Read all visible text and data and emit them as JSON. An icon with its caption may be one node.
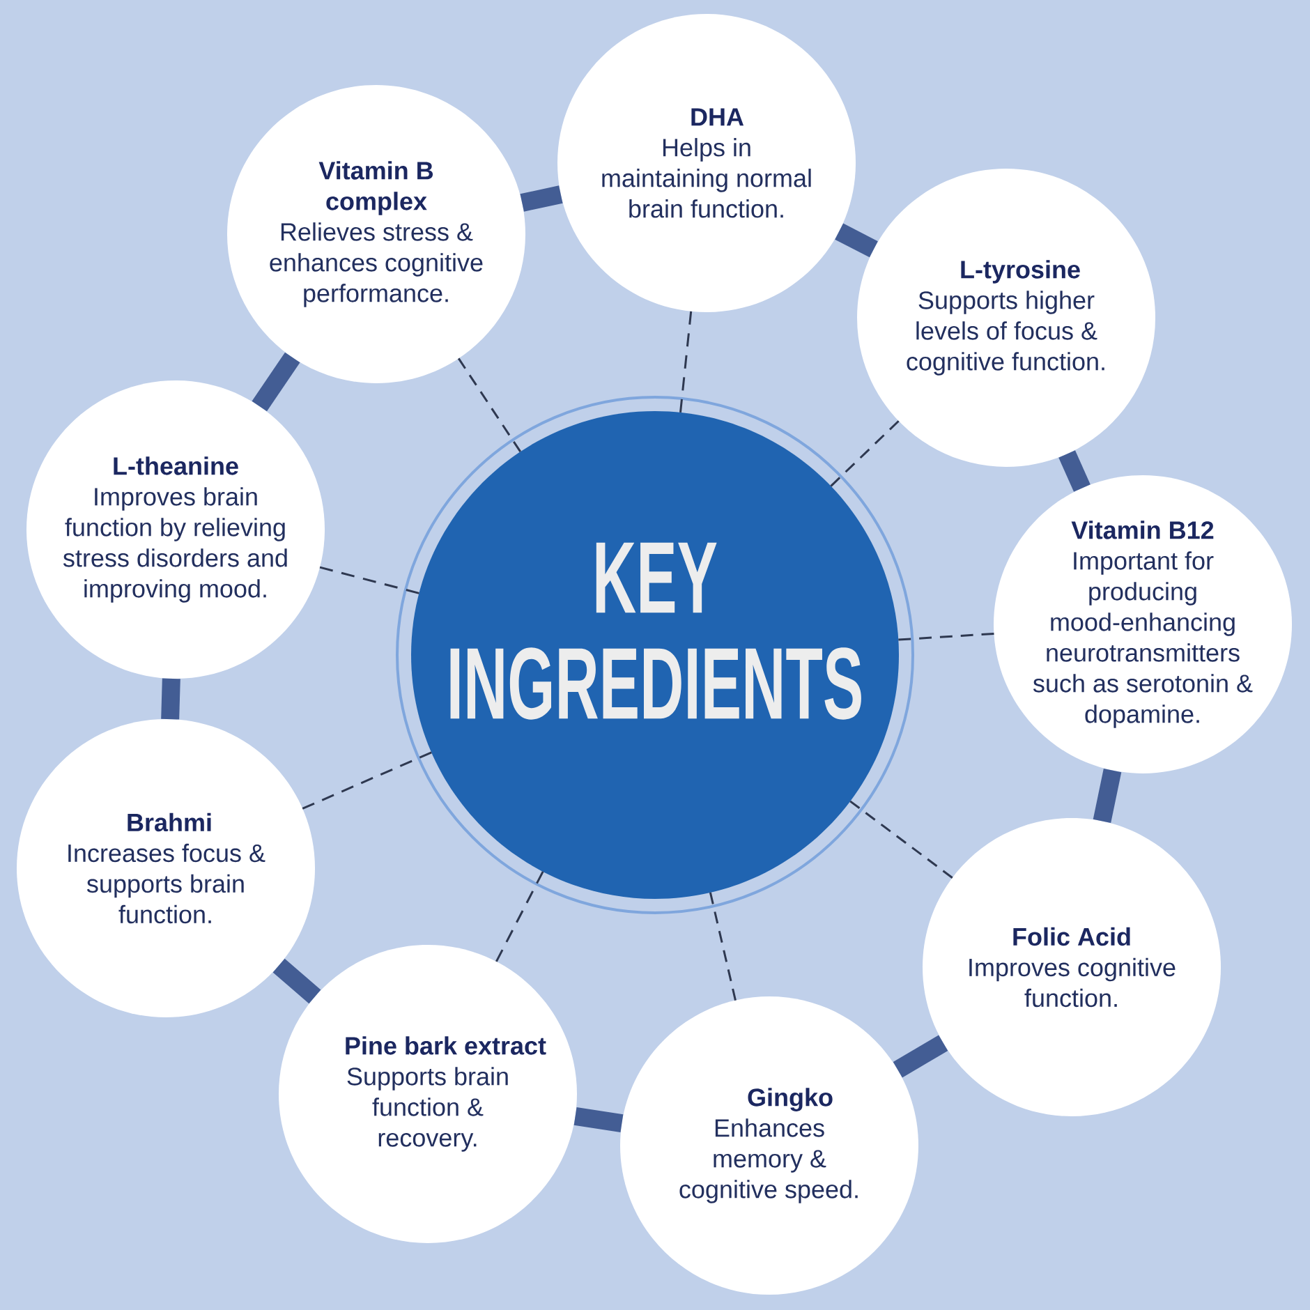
{
  "diagram": {
    "nodes": [
      {
        "text": [
          "KEY INGREDIENTS"
        ]
      },
      {
        "text": [
          "DHA",
          "Helps in maintaining normal brain function."
        ]
      },
      {
        "text": [
          "L-tyrosine",
          "Supports higher levels of focus & cognitive function."
        ]
      },
      {
        "text": [
          "Vitamin B12",
          "Important for producing mood-enhancing neurotransmitters such as serotonin & dopamine."
        ]
      },
      {
        "text": [
          "Folic Acid",
          "Improves cognitive function."
        ]
      },
      {
        "text": [
          "Gingko",
          "Enhances memory & cognitive speed."
        ]
      },
      {
        "text": [
          "Pine bark extract",
          "Supports brain function & recovery."
        ]
      },
      {
        "text": [
          "Brahmi",
          "Increases focus & supports brain function."
        ]
      },
      {
        "text": [
          "L-theanine",
          "Improves brain function by relieving stress disorders and improving mood."
        ]
      },
      {
        "text": [
          "Vitamin B complex",
          "Relieves stress & enhances cognitive performance."
        ]
      }
    ],
    "edges": [
      {
        "from": 0,
        "to": 1,
        "arrow": "none",
        "style": "dashed"
      },
      {
        "from": 0,
        "to": 2,
        "arrow": "none",
        "style": "dashed"
      },
      {
        "from": 0,
        "to": 3,
        "arrow": "none",
        "style": "dashed"
      },
      {
        "from": 0,
        "to": 4,
        "arrow": "none",
        "style": "dashed"
      },
      {
        "from": 0,
        "to": 5,
        "arrow": "none",
        "style": "dashed"
      },
      {
        "from": 0,
        "to": 6,
        "arrow": "none",
        "style": "dashed"
      },
      {
        "from": 0,
        "to": 7,
        "arrow": "none",
        "style": "dashed"
      },
      {
        "from": 0,
        "to": 8,
        "arrow": "none",
        "style": "dashed"
      },
      {
        "from": 0,
        "to": 9,
        "arrow": "none",
        "style": "dashed"
      },
      {
        "from": 1,
        "to": 2,
        "arrow": "none",
        "style": "thick",
        "color": "#435d94"
      },
      {
        "from": 2,
        "to": 3,
        "arrow": "none",
        "style": "thick",
        "color": "#435d94"
      },
      {
        "from": 3,
        "to": 4,
        "arrow": "none",
        "style": "thick",
        "color": "#435d94"
      },
      {
        "from": 4,
        "to": 5,
        "arrow": "none",
        "style": "thick",
        "color": "#435d94"
      },
      {
        "from": 5,
        "to": 6,
        "arrow": "none",
        "style": "thick",
        "color": "#435d94"
      },
      {
        "from": 6,
        "to": 7,
        "arrow": "none",
        "style": "thick",
        "color": "#435d94"
      },
      {
        "from": 7,
        "to": 8,
        "arrow": "none",
        "style": "thick",
        "color": "#435d94"
      },
      {
        "from": 8,
        "to": 9,
        "arrow": "none",
        "style": "thick",
        "color": "#435d94"
      },
      {
        "from": 9,
        "to": 1,
        "arrow": "none",
        "style": "thick",
        "color": "#435d94"
      }
    ]
  }
}
